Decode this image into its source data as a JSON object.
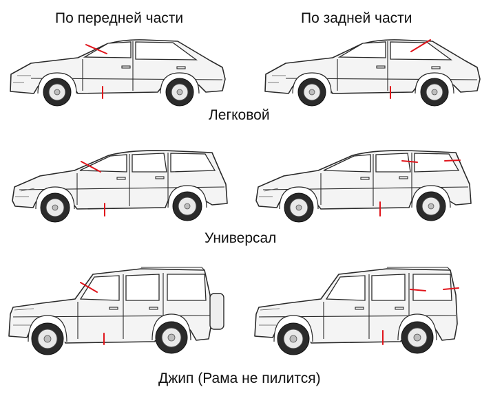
{
  "headers": {
    "front": "По передней части",
    "rear": "По задней части"
  },
  "rows": {
    "sedan": "Легковой",
    "wagon": "Универсал",
    "jeep": "Джип (Рама не пилится)"
  },
  "colors": {
    "cut_line": "#e0141b",
    "outline": "#2a2a2a"
  }
}
